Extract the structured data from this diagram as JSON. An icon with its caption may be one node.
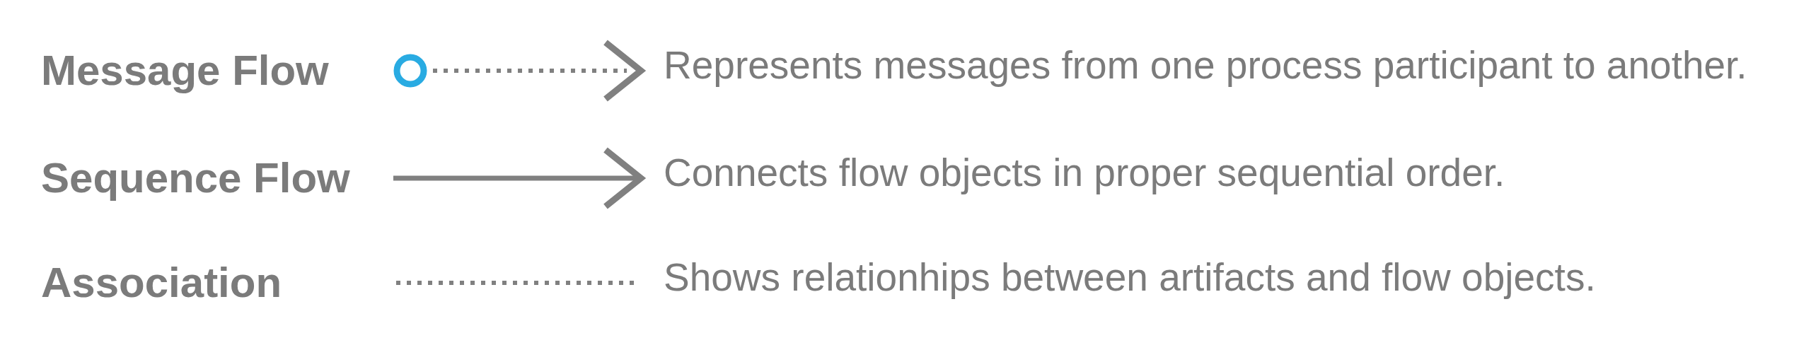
{
  "diagram": {
    "legend": [
      {
        "text": "Message Flow"
      },
      {
        "text": "Sequence Flow"
      },
      {
        "text": "Association"
      }
    ],
    "labels": [
      "Represents messages from one process participant to another.",
      "Connects flow objects in proper sequential order.",
      "Shows relationhips between artifacts and flow objects."
    ]
  }
}
